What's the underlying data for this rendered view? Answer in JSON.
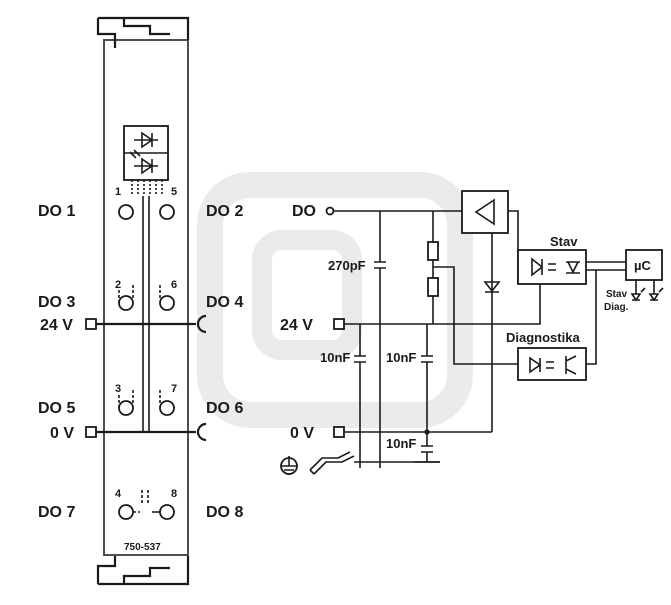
{
  "module": {
    "terminal_labels": {
      "do1": "DO 1",
      "do2": "DO 2",
      "do3": "DO 3",
      "do4": "DO 4",
      "do5": "DO 5",
      "do6": "DO 6",
      "do7": "DO 7",
      "do8": "DO 8",
      "v24": "24 V",
      "v0": "0 V"
    },
    "pin_numbers": {
      "p1": "1",
      "p2": "2",
      "p3": "3",
      "p4": "4",
      "p5": "5",
      "p6": "6",
      "p7": "7",
      "p8": "8"
    },
    "part_number": "750-537"
  },
  "schematic": {
    "do_label": "DO",
    "v24_label": "24 V",
    "v0_label": "0 V",
    "cap_270pf": "270pF",
    "cap_10nf_a": "10nF",
    "cap_10nf_b": "10nF",
    "cap_10nf_c": "10nF",
    "stav_label": "Stav",
    "diagnostika_label": "Diagnostika",
    "uc_label": "µC",
    "led_stav": "Stav",
    "led_diag": "Diag."
  }
}
